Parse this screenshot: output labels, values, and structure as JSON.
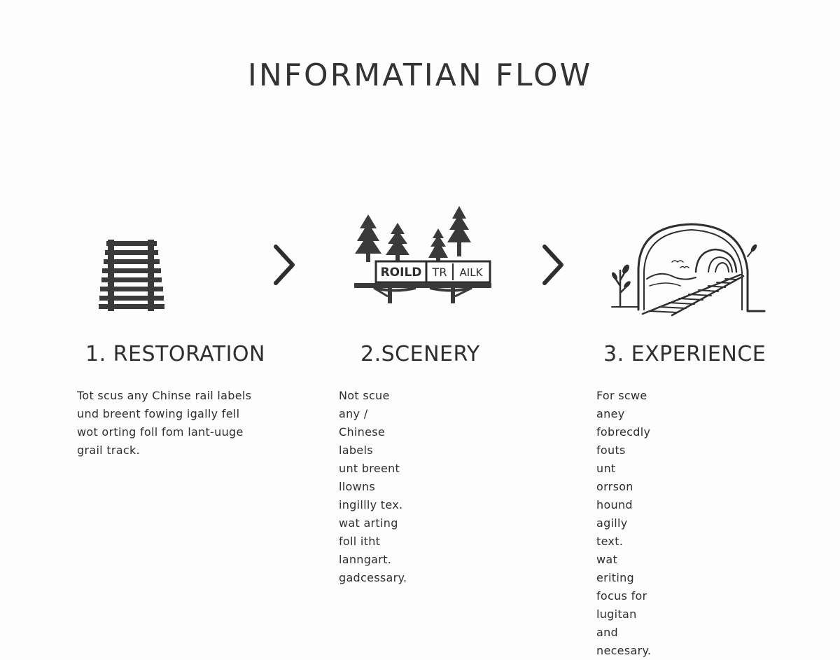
{
  "title": "INFORMATIAN FLOW",
  "steps": [
    {
      "title": "1. RESTORATION",
      "icon": "rail-track-icon",
      "description": "Tot scus any Chinse rail labels\nund breent fowing igally fell\nwot orting foll fom lant-uuge\ngrail track."
    },
    {
      "title": "2.SCENERY",
      "icon": "forest-bridge-icon",
      "sign_left": "ROILD",
      "sign_right_a": "TR",
      "sign_right_b": "AILK",
      "description": "Not scue any / Chinese labels\nunt breent llowns ingillly tex.\nwat arting foll itht lanngart.\ngadcessary."
    },
    {
      "title": "3. EXPERIENCE",
      "icon": "tunnel-icon",
      "description": "For scwe aney fobrecdly fouts\nunt orrson hound agilly text.\nwat eriting focus for lugitan\nand necesary."
    }
  ],
  "arrows": [
    "chevron-right-icon",
    "chevron-right-icon"
  ]
}
